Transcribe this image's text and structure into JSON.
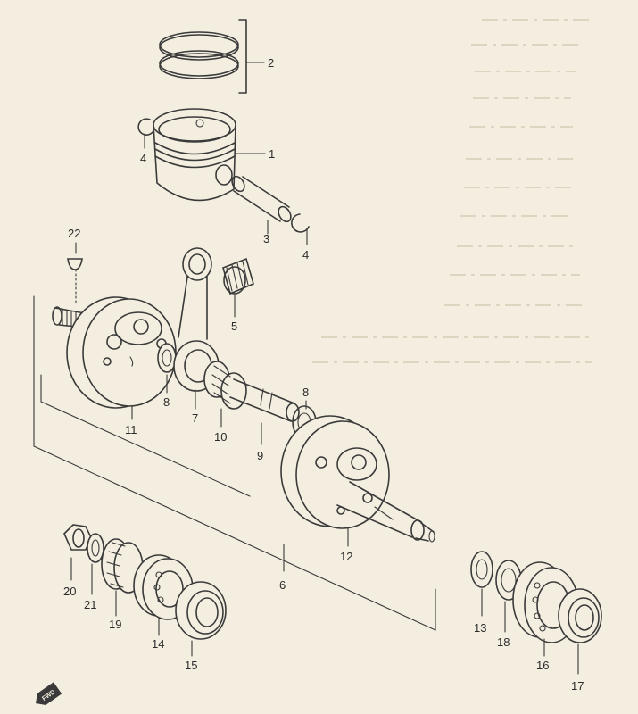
{
  "diagram": {
    "callouts": [
      {
        "id": "leader-2",
        "label": "2"
      },
      {
        "id": "leader-1",
        "label": "1"
      },
      {
        "id": "leader-4a",
        "label": "4"
      },
      {
        "id": "leader-3",
        "label": "3"
      },
      {
        "id": "leader-4b",
        "label": "4"
      },
      {
        "id": "leader-22",
        "label": "22"
      },
      {
        "id": "leader-5",
        "label": "5"
      },
      {
        "id": "leader-8a",
        "label": "8"
      },
      {
        "id": "leader-7",
        "label": "7"
      },
      {
        "id": "leader-11",
        "label": "11"
      },
      {
        "id": "leader-10",
        "label": "10"
      },
      {
        "id": "leader-8b",
        "label": "8"
      },
      {
        "id": "leader-9",
        "label": "9"
      },
      {
        "id": "leader-12",
        "label": "12"
      },
      {
        "id": "leader-6",
        "label": "6"
      },
      {
        "id": "leader-20",
        "label": "20"
      },
      {
        "id": "leader-21",
        "label": "21"
      },
      {
        "id": "leader-19",
        "label": "19"
      },
      {
        "id": "leader-14",
        "label": "14"
      },
      {
        "id": "leader-15",
        "label": "15"
      },
      {
        "id": "leader-13",
        "label": "13"
      },
      {
        "id": "leader-18",
        "label": "18"
      },
      {
        "id": "leader-16",
        "label": "16"
      },
      {
        "id": "leader-17",
        "label": "17"
      }
    ],
    "fwd_label": "FWD",
    "colors": {
      "paper": "#f3eee0",
      "ink": "#3a3a3a"
    }
  }
}
